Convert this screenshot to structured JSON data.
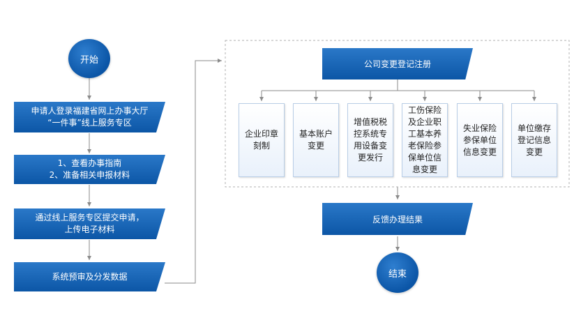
{
  "start_label": "开始",
  "end_label": "结束",
  "steps": [
    {
      "line1": "申请人登录福建省网上办事大厅",
      "line2": "“一件事”线上服务专区"
    },
    {
      "line1": "1、查看办事指南",
      "line2": "2、准备相关申报材料"
    },
    {
      "line1": "通过线上服务专区提交申请，",
      "line2": "上传电子材料"
    },
    {
      "line1": "系统预审及分发数据",
      "line2": ""
    }
  ],
  "group": {
    "header": "公司变更登记注册",
    "items": [
      "企业印章\n刻制",
      "基本账户\n变更",
      "增值税税\n控系统专\n用设备变\n更发行",
      "工伤保险\n及企业职\n工基本养\n老保险参\n保单位信\n息变更",
      "失业保险\n参保单位\n信息变更",
      "单位缴存\n登记信息\n变更"
    ]
  },
  "feedback_label": "反馈办理结果",
  "colors": {
    "primary": "#0c56a6",
    "connector": "#8a8a8a",
    "dashed_border": "#b0b0b0"
  }
}
